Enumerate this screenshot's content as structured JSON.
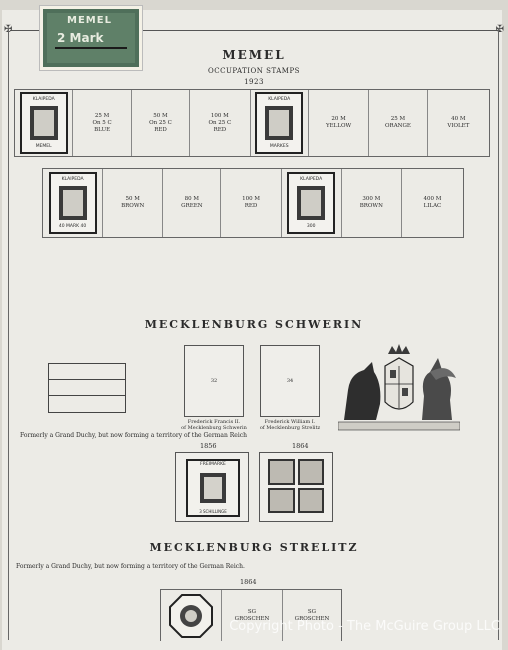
{
  "top_stamp": {
    "line1": "MEMEL",
    "line2": "2 Mark"
  },
  "memel": {
    "title": "MEMEL",
    "subtitle": "OCCUPATION STAMPS",
    "year": "1923",
    "row1": [
      {
        "lines": [
          "25 M",
          "On 5 C",
          "BLUE"
        ]
      },
      {
        "lines": [
          "50 M",
          "On 25 C",
          "RED"
        ]
      },
      {
        "lines": [
          "100 M",
          "On 25 C",
          "RED"
        ]
      },
      {
        "lines": [
          "20 M",
          "YELLOW"
        ]
      },
      {
        "lines": [
          "25 M",
          "ORANGE"
        ]
      },
      {
        "lines": [
          "40 M",
          "VIOLET"
        ]
      }
    ],
    "row2": [
      {
        "lines": [
          "50 M",
          "BROWN"
        ]
      },
      {
        "lines": [
          "80 M",
          "GREEN"
        ]
      },
      {
        "lines": [
          "100 M",
          "RED"
        ]
      },
      {
        "lines": [
          "300 M",
          "BROWN"
        ]
      },
      {
        "lines": [
          "400 M",
          "LILAC"
        ]
      }
    ],
    "printed_stamps": {
      "s1_top": "KLAIPEDA",
      "s1_bottom": "MEMEL",
      "s2_top": "KLAIPEDA",
      "s2_bottom": "MARKES",
      "s3_top": "KLAIPEDA",
      "s3_bottom": "40 MARK 40",
      "s4_top": "KLAIPEDA",
      "s4_bottom": "300"
    }
  },
  "schwerin": {
    "title": "MECKLENBURG SCHWERIN",
    "box1_num": "32",
    "box2_num": "34",
    "cap1": [
      "Frederick Francis II.",
      "of Mecklenburg Schwerin"
    ],
    "cap2": [
      "Frederick William I.",
      "of Mecklenburg Strelitz"
    ],
    "note": "Formerly a Grand Duchy, but now forming a territory of the German Reich",
    "year1": "1856",
    "year2": "1864",
    "stamp_text": "FREIMARKE",
    "stamp_value": "3 SCHILLINGE"
  },
  "strelitz": {
    "title": "MECKLENBURG STRELITZ",
    "note": "Formerly a Grand Duchy, but now forming a territory of the German Reich.",
    "year": "1864",
    "cells": [
      {
        "lines": [
          "SG",
          "GROSCHEN"
        ]
      },
      {
        "lines": [
          "SG",
          "GROSCHEN"
        ]
      }
    ]
  },
  "watermark": "Copyright Photo - The McGuire Group LLC"
}
